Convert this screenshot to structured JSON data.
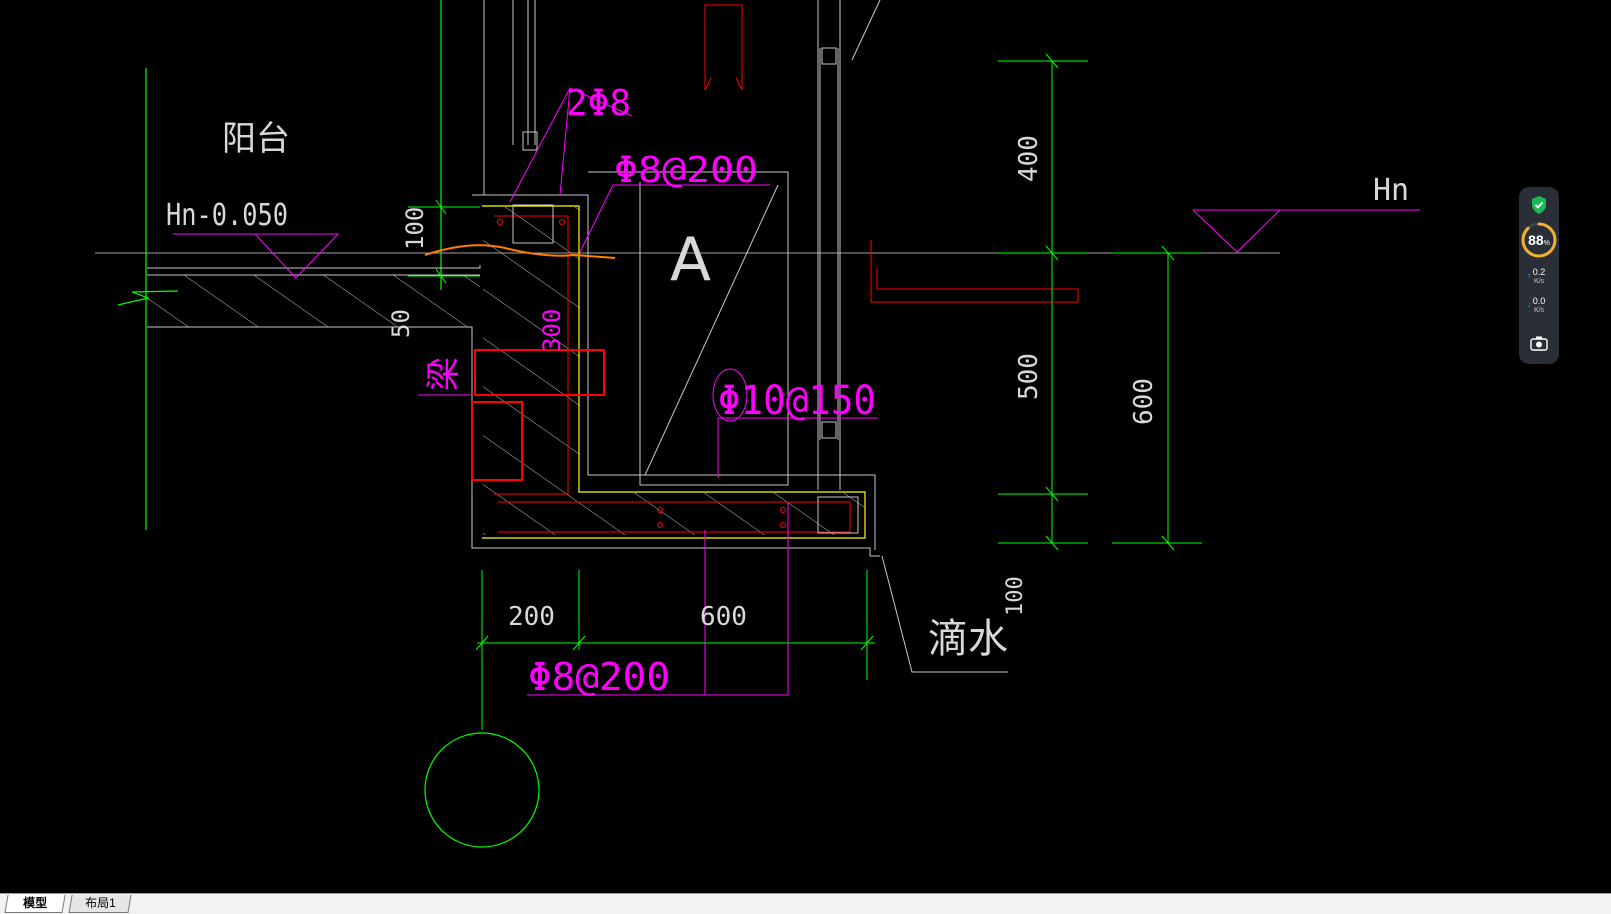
{
  "drawing": {
    "labels": {
      "balcony": "阳台",
      "level_left": "Hn-0.050",
      "level_right": "Hn",
      "rebar_top": "2Φ8",
      "rebar_stirrup": "Φ8@200",
      "rebar_side": "Φ10@150",
      "rebar_bottom": "Φ8@200",
      "section_mark": "A",
      "beam": "梁",
      "drip": "滴水"
    },
    "dimensions": {
      "d100_left": "100",
      "d50": "50",
      "d300": "300",
      "d400": "400",
      "d500": "500",
      "d600_right": "600",
      "d200_bottom": "200",
      "d600_bottom": "600",
      "d100_drip": "100"
    },
    "colors": {
      "background": "#000000",
      "green": "#00ff00",
      "magenta": "#ff00ff",
      "red": "#ff0000",
      "yellow": "#ffff00",
      "white": "#d8d8d8",
      "orange": "#ff8000"
    }
  },
  "tabs": [
    {
      "label": "模型",
      "active": true
    },
    {
      "label": "布局1",
      "active": false
    }
  ],
  "net_monitor": {
    "percent": "88",
    "percent_unit": "%",
    "upload": "0.2",
    "upload_unit": "K/s",
    "download": "0.0",
    "download_unit": "K/s"
  }
}
